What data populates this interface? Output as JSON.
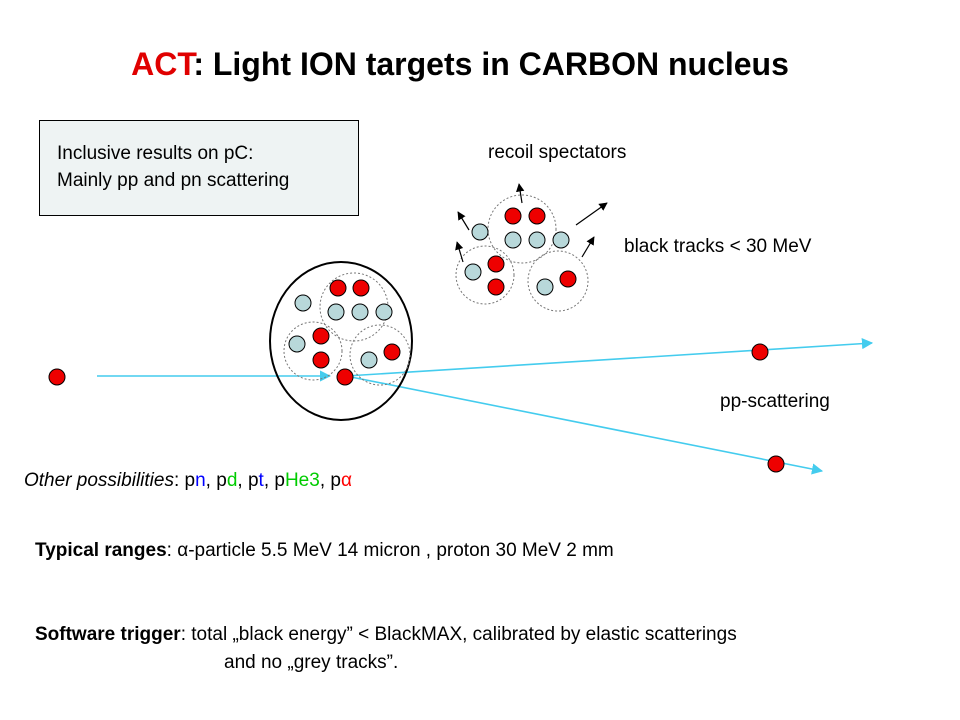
{
  "title": {
    "highlight": "ACT",
    "rest": ": Light ION targets in CARBON  nucleus"
  },
  "info_box": {
    "line1": "Inclusive results on pC:",
    "line2": "Mainly pp and pn scattering"
  },
  "labels": {
    "recoil": "recoil spectators",
    "black_tracks": "black tracks < 30 MeV",
    "pp": "pp-scattering"
  },
  "other": {
    "lead": "Other possibilities",
    "items": [
      {
        "p": "p",
        "x": "n",
        "color": "#0000ff"
      },
      {
        "p": "p",
        "x": "d",
        "color": "#00cc00"
      },
      {
        "p": "p",
        "x": "t",
        "color": "#0000ff"
      },
      {
        "p": "p",
        "x": "He3",
        "color": "#00cc00"
      },
      {
        "p": "p",
        "x": "α",
        "color": "#ff0000"
      }
    ]
  },
  "ranges": {
    "bold": "Typical ranges",
    "text": ": α-particle 5.5 MeV 14 micron , proton 30 MeV 2 mm"
  },
  "software": {
    "bold": "Software trigger",
    "text": ": total „black energy” < BlackMAX, calibrated by elastic scatterings",
    "line2": "and no „grey tracks”."
  },
  "colors": {
    "proton": "#ee0000",
    "neutron": "#b8d8da",
    "track": "#44ccee",
    "accent": "#e00000"
  }
}
